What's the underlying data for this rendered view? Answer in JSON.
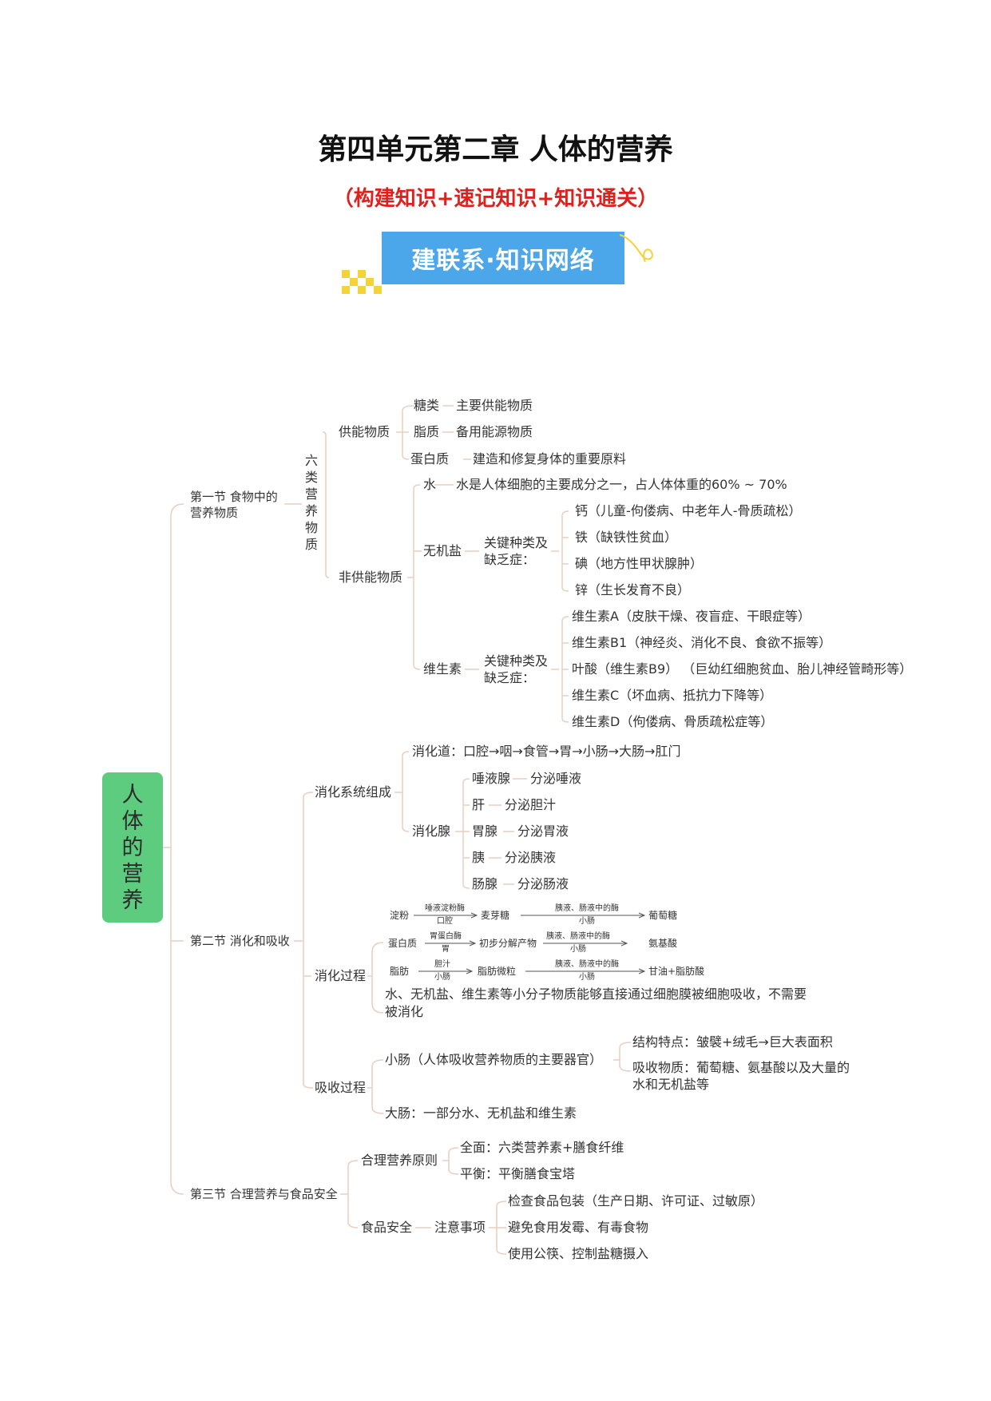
{
  "header": {
    "title": "第四单元第二章  人体的营养",
    "subtitle": "（构建知识+速记知识+知识通关）",
    "banner": "建联系·知识网络"
  },
  "root": [
    "人",
    "体",
    "的",
    "营",
    "养"
  ],
  "colors": {
    "root_fill": "#5dcc7e",
    "banner": "#4ca7ea",
    "subtitle": "#e0201c",
    "line": "#e8cfc0"
  },
  "section1": {
    "label_line1": "第一节 食物中的",
    "label_line2": "营养物质",
    "vertical": [
      "六",
      "类",
      "营",
      "养",
      "物",
      "质"
    ],
    "energy": {
      "label": "供能物质",
      "items": [
        {
          "name": "糖类",
          "desc": "主要供能物质"
        },
        {
          "name": "脂质",
          "desc": "备用能源物质"
        },
        {
          "name": "蛋白质",
          "desc": "建造和修复身体的重要原料"
        }
      ]
    },
    "non_energy": {
      "label": "非供能物质",
      "water": {
        "name": "水",
        "desc": "水是人体细胞的主要成分之一，占人体体重的60% ~ 70%"
      },
      "mineral": {
        "name": "无机盐",
        "key_line1": "关键种类及",
        "key_line2": "缺乏症：",
        "items": [
          "钙（儿童-佝偻病、中老年人-骨质疏松）",
          "铁（缺铁性贫血）",
          "碘（地方性甲状腺肿）",
          "锌（生长发育不良）"
        ]
      },
      "vitamin": {
        "name": "维生素",
        "key_line1": "关键种类及",
        "key_line2": "缺乏症：",
        "items": [
          "维生素A（皮肤干燥、夜盲症、干眼症等）",
          "维生素B1（神经炎、消化不良、食欲不振等）",
          "叶酸（维生素B9）  （巨幼红细胞贫血、胎儿神经管畸形等）",
          "维生素C（坏血病、抵抗力下降等）",
          "维生素D（佝偻病、骨质疏松症等）"
        ]
      }
    }
  },
  "section2": {
    "label": "第二节 消化和吸收",
    "system": {
      "label": "消化系统组成",
      "tract": "消化道：口腔→咽→食管→胃→小肠→大肠→肛门",
      "glands_label": "消化腺",
      "glands": [
        {
          "name": "唾液腺",
          "desc": "分泌唾液"
        },
        {
          "name": "肝",
          "desc": "分泌胆汁"
        },
        {
          "name": "胃腺",
          "desc": "分泌胃液"
        },
        {
          "name": "胰",
          "desc": "分泌胰液"
        },
        {
          "name": "肠腺",
          "desc": "分泌肠液"
        }
      ]
    },
    "process": {
      "label": "消化过程",
      "rows": [
        {
          "start": "淀粉",
          "enzyme1": "唾液淀粉酶",
          "place1": "口腔",
          "mid": "麦芽糖",
          "enzyme2": "胰液、肠液中的酶",
          "place2": "小肠",
          "end": "葡萄糖"
        },
        {
          "start": "蛋白质",
          "enzyme1": "胃蛋白酶",
          "place1": "胃",
          "mid": "初步分解产物",
          "enzyme2": "胰液、肠液中的酶",
          "place2": "小肠",
          "end": "氨基酸"
        },
        {
          "start": "脂肪",
          "enzyme1": "胆汁",
          "place1": "小肠",
          "mid": "脂肪微粒",
          "enzyme2": "胰液、肠液中的酶",
          "place2": "小肠",
          "end": "甘油+脂肪酸"
        }
      ],
      "note_line1": "水、无机盐、维生素等小分子物质能够直接通过细胞膜被细胞吸收，不需要",
      "note_line2": "被消化"
    },
    "absorption": {
      "label": "吸收过程",
      "small_intestine": "小肠（人体吸收营养物质的主要器官）",
      "feature": "结构特点：皱襞+绒毛→巨大表面积",
      "absorbed_line1": "吸收物质：葡萄糖、氨基酸以及大量的",
      "absorbed_line2": "水和无机盐等",
      "large_intestine": "大肠：一部分水、无机盐和维生素"
    }
  },
  "section3": {
    "label": "第三节 合理营养与食品安全",
    "principle": {
      "label": "合理营养原则",
      "items": [
        "全面：六类营养素+膳食纤维",
        "平衡：平衡膳食宝塔"
      ]
    },
    "safety": {
      "label": "食品安全",
      "note_label": "注意事项",
      "items": [
        "检查食品包装（生产日期、许可证、过敏原）",
        "避免食用发霉、有毒食物",
        "使用公筷、控制盐糖摄入"
      ]
    }
  }
}
